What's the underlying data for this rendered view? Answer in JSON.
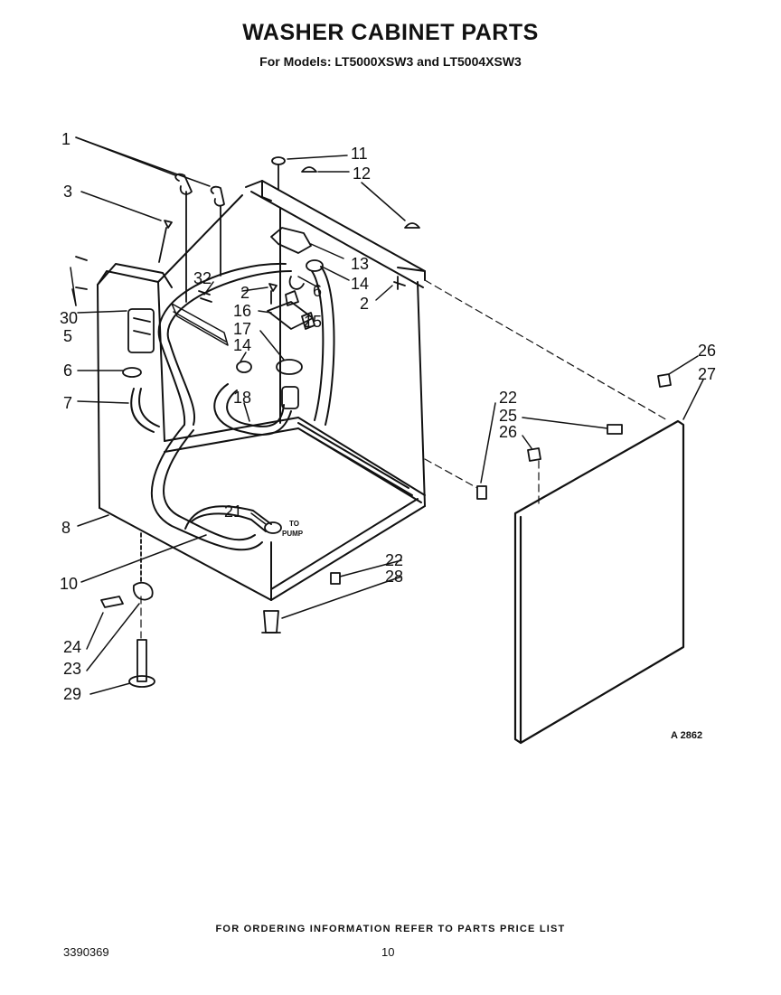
{
  "header": {
    "title": "WASHER CABINET PARTS",
    "subtitle": "For Models: LT5000XSW3 and LT5004XSW3"
  },
  "diagram": {
    "drawing_id": "A 2862",
    "pump_label_line1": "TO",
    "pump_label_line2": "PUMP",
    "callouts": {
      "c1": "1",
      "c3": "3",
      "c30": "30",
      "c5": "5",
      "c6a": "6",
      "c7": "7",
      "c8": "8",
      "c10": "10",
      "c24": "24",
      "c23": "23",
      "c29": "29",
      "c11": "11",
      "c12": "12",
      "c13": "13",
      "c14a": "14",
      "c6b": "6",
      "c2a": "2",
      "c2b": "2",
      "c32": "32",
      "c16": "16",
      "c17": "17",
      "c15": "15",
      "c14b": "14",
      "c18": "18",
      "c21": "21",
      "c22a": "22",
      "c28": "28",
      "c22b": "22",
      "c25": "25",
      "c26a": "26",
      "c26b": "26",
      "c27": "27"
    }
  },
  "footer": {
    "ordering_note": "FOR ORDERING INFORMATION REFER TO PARTS PRICE LIST",
    "doc_number": "3390369",
    "page_number": "10"
  }
}
